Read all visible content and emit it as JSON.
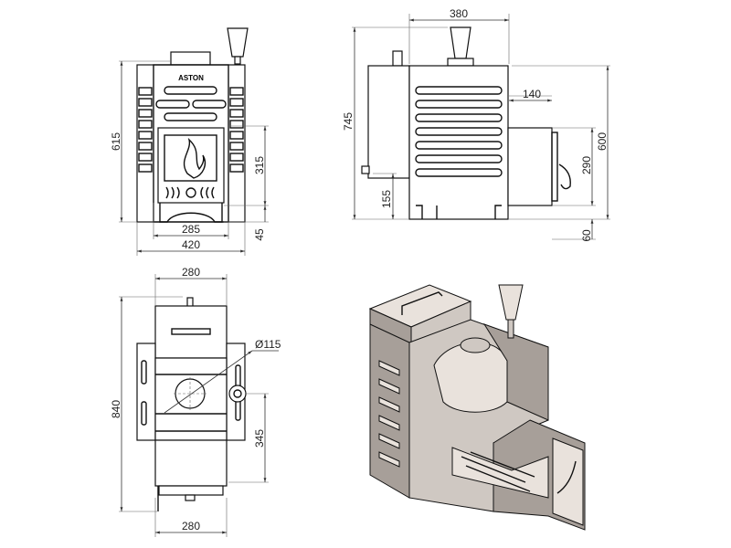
{
  "brand": "ASTON",
  "front_view": {
    "height_total": "615",
    "door_height": "315",
    "leg_height": "45",
    "door_width": "285",
    "total_width": "420"
  },
  "side_view": {
    "depth": "380",
    "height_with_chimney": "745",
    "firebox_offset": "140",
    "height_body": "600",
    "firebox_channel_height": "290",
    "tank_tap_height": "155",
    "channel_bottom": "60"
  },
  "top_view": {
    "width_top": "280",
    "length_total": "840",
    "flue_diameter": "Ø115",
    "flue_offset": "345",
    "width_bottom": "280"
  },
  "colors": {
    "line": "#111111",
    "metal_dark": "#a79f99",
    "metal_light": "#e9e2dc"
  }
}
